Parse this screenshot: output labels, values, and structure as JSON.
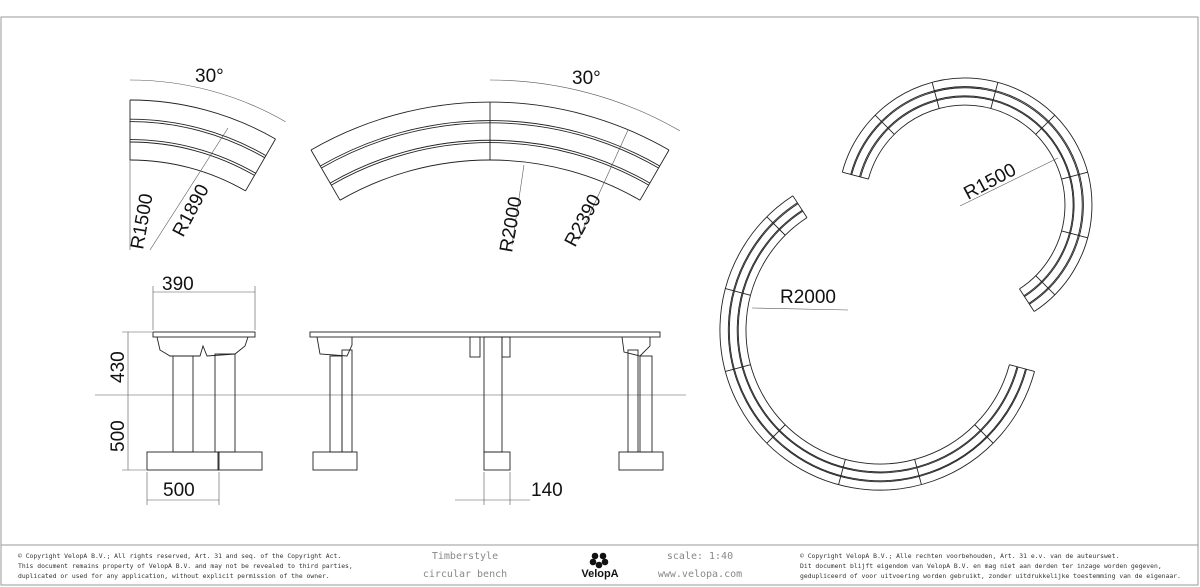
{
  "drawing": {
    "top_left": {
      "angle": "30°",
      "inner_radius": "R1500",
      "outer_radius": "R1890"
    },
    "top_middle": {
      "angle": "30°",
      "inner_radius": "R2000",
      "outer_radius": "R2390"
    },
    "elevation": {
      "seat_width": "390",
      "seat_height": "430",
      "foot_height": "500",
      "foot_width": "500",
      "post_width": "140"
    },
    "plan": {
      "small_radius": "R1500",
      "large_radius": "R2000"
    }
  },
  "footer": {
    "copyright_en": [
      "© Copyright VelopA B.V.; All rights reserved, Art. 31 and seq. of the Copyright Act.",
      "This document remains property of VelopA B.V. and may not be revealed to third parties,",
      "duplicated or used for any application, without explicit permission of the owner."
    ],
    "product_line": "Timberstyle",
    "product_name": "circular bench",
    "logo_text": "VelopA",
    "scale": "scale: 1:40",
    "website": "www.velopa.com",
    "copyright_nl": [
      "© Copyright VelopA B.V.; Alle rechten voorbehouden, Art. 31 e.v. van de auteurswet.",
      "Dit document blijft eigendom van VelopA B.V. en mag niet aan derden ter inzage worden gegeven,",
      "gedupliceerd of voor uitvoering worden gebruikt, zonder uitdrukkelijke toestemming van de eigenaar."
    ]
  }
}
